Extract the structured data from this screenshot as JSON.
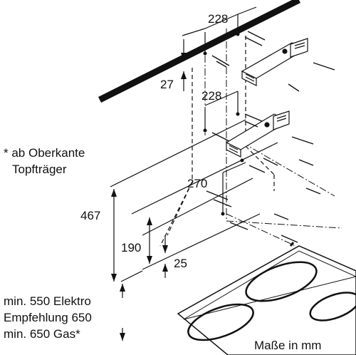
{
  "labels": {
    "dim_228_top": "228",
    "dim_27": "27",
    "dim_228_mid": "228",
    "dim_270": "270",
    "dim_467": "467",
    "dim_190": "190",
    "dim_25": "25",
    "note_line1": "* ab Oberkante",
    "note_line2": "Topfträger",
    "min_line1": "min. 550 Elektro",
    "min_line2": "Empfehlung 650",
    "min_line3": "min. 650 Gas*",
    "units": "Maße in mm"
  },
  "colors": {
    "line": "#111111",
    "background": "#ffffff"
  }
}
